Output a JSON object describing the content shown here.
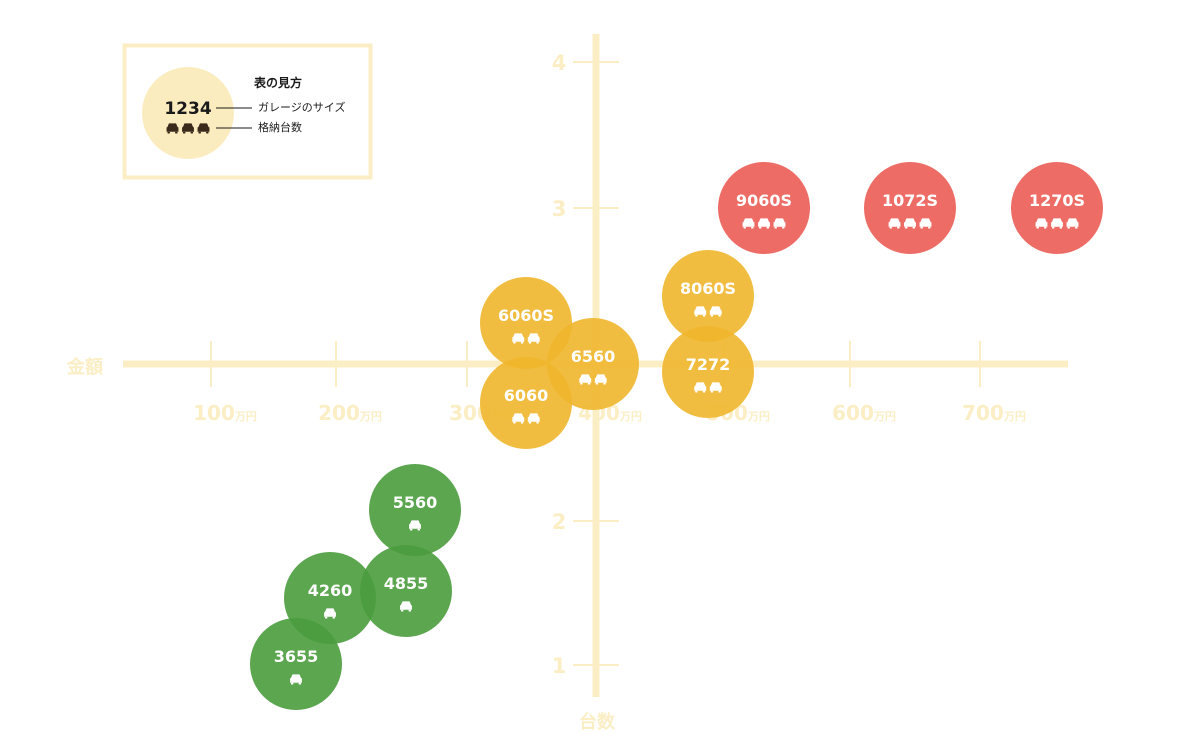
{
  "colors": {
    "axis": "#fbeec4",
    "legend_fill": "#fbecc0",
    "legend_border": "#fbeec4",
    "legend_icon": "#3a2a1a",
    "icon": "#ffffff",
    "green": "#4a9c3d",
    "yellow": "#f0b62c",
    "red": "#ec5c55"
  },
  "legend": {
    "title": "表の見方",
    "sample_size": "1234",
    "size_label": "ガレージのサイズ",
    "count_label": "格納台数",
    "sample_cars": 3
  },
  "chart_data": {
    "type": "scatter",
    "xlabel": "金額",
    "ylabel": "台数",
    "x_unit": "万円",
    "x_ticks": [
      100,
      200,
      300,
      400,
      500,
      600,
      700
    ],
    "y_ticks": [
      1,
      2,
      3,
      4
    ],
    "points": [
      {
        "label": "3655",
        "cars": 1,
        "group": "green"
      },
      {
        "label": "4260",
        "cars": 1,
        "group": "green"
      },
      {
        "label": "4855",
        "cars": 1,
        "group": "green"
      },
      {
        "label": "5560",
        "cars": 1,
        "group": "green"
      },
      {
        "label": "6060S",
        "cars": 2,
        "group": "yellow"
      },
      {
        "label": "6060",
        "cars": 2,
        "group": "yellow"
      },
      {
        "label": "6560",
        "cars": 2,
        "group": "yellow"
      },
      {
        "label": "8060S",
        "cars": 2,
        "group": "yellow"
      },
      {
        "label": "7272",
        "cars": 2,
        "group": "yellow"
      },
      {
        "label": "9060S",
        "cars": 3,
        "group": "red"
      },
      {
        "label": "1072S",
        "cars": 3,
        "group": "red"
      },
      {
        "label": "1270S",
        "cars": 3,
        "group": "red"
      }
    ]
  }
}
